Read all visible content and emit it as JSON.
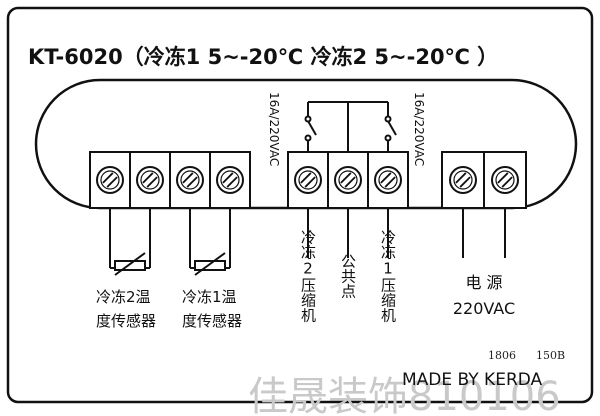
{
  "title": "KT-6020（冷冻1  5~-20℃ 冷冻2  5~-20℃ ）",
  "relay_rating_left": "16A/220VAC",
  "relay_rating_right": "16A/220VAC",
  "sensor2_label": [
    "冷冻2温",
    "度传感器"
  ],
  "sensor1_label": [
    "冷冻1温",
    "度传感器"
  ],
  "compressor2_label": "冷冻2压缩机",
  "common_label": "公共点",
  "compressor1_label": "冷冻1压缩机",
  "power_label": [
    "电 源",
    "220VAC"
  ],
  "code_left": "1806",
  "code_right": "150B",
  "maker": "MADE  BY KERDA",
  "watermark": "佳晟装饰810106",
  "colors": {
    "line": "#111111",
    "watermark": "#c9c9c9"
  }
}
